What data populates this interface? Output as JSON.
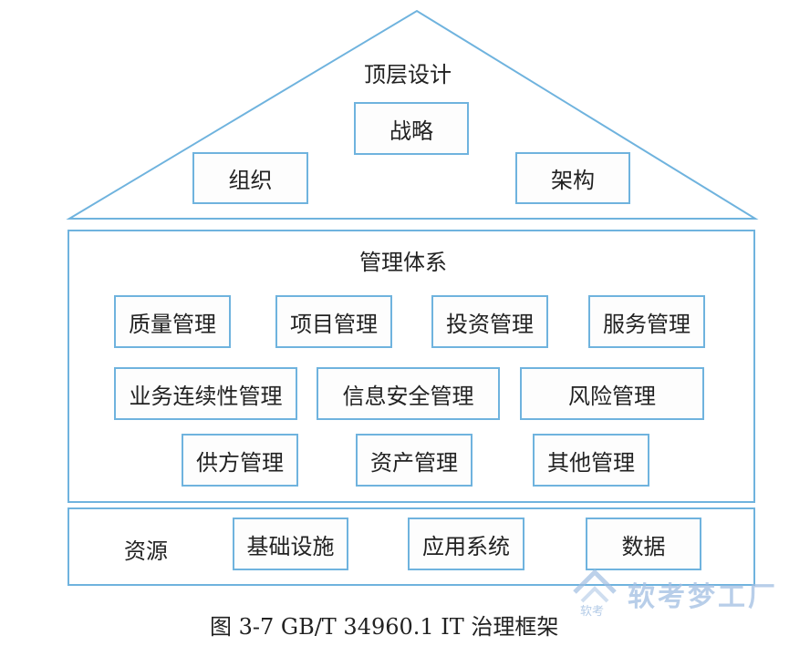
{
  "colors": {
    "border": "#6fb3de",
    "text": "#222222",
    "watermark": "#a0bee1"
  },
  "roof": {
    "title": "顶层设计",
    "items": [
      "战略",
      "组织",
      "架构"
    ]
  },
  "management": {
    "title": "管理体系",
    "row1": [
      "质量管理",
      "项目管理",
      "投资管理",
      "服务管理"
    ],
    "row2": [
      "业务连续性管理",
      "信息安全管理",
      "风险管理"
    ],
    "row3": [
      "供方管理",
      "资产管理",
      "其他管理"
    ]
  },
  "resources": {
    "title": "资源",
    "items": [
      "基础设施",
      "应用系统",
      "数据"
    ]
  },
  "caption": "图 3-7 GB/T 34960.1 IT 治理框架",
  "watermark": {
    "brand": "软考梦工厂",
    "small": "软考"
  }
}
